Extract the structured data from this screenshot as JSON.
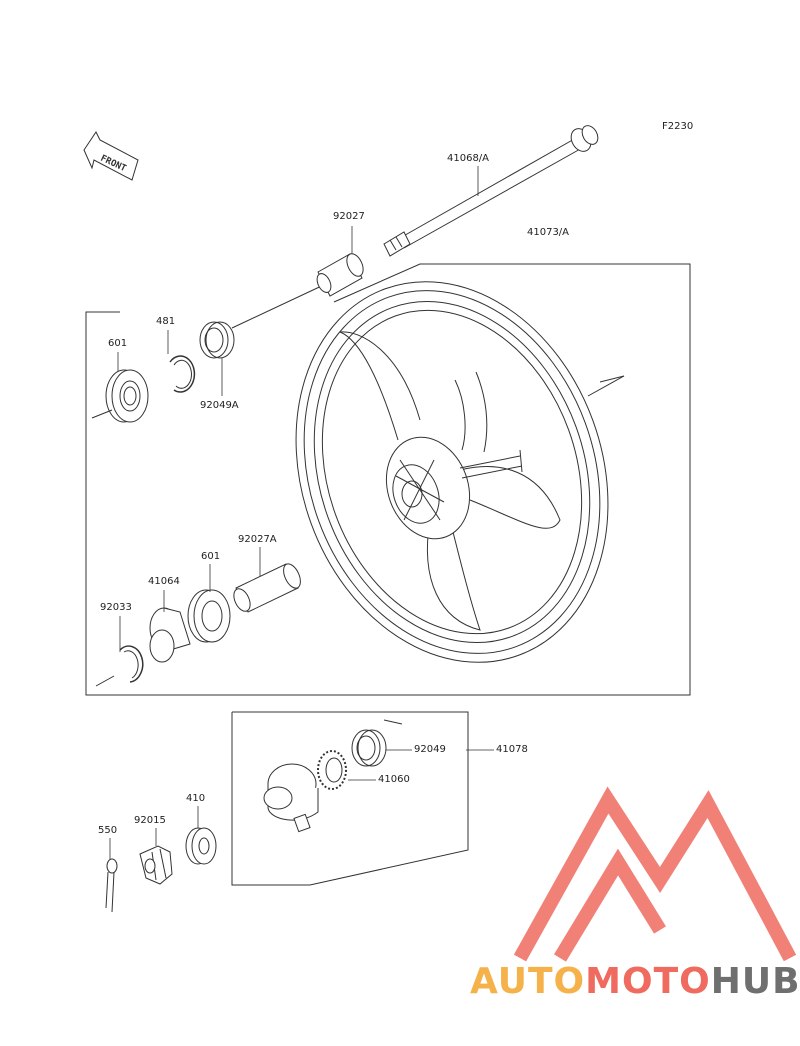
{
  "diagram": {
    "code": "F2230",
    "front_label": "FRONT",
    "parts": {
      "axle": "41068/A",
      "wheel": "41073/A",
      "collar_left": "92027",
      "circlip": "481",
      "bearing_left": "601",
      "seal_left": "92049A",
      "collar_long": "92027A",
      "bearing_right": "601",
      "hub_cover": "41064",
      "snap_ring": "92033",
      "seal_gear": "92049",
      "speedo_assy": "41078",
      "speedo_gear": "41060",
      "washer": "410",
      "nut": "92015",
      "cotter_pin": "550"
    }
  },
  "watermark": {
    "auto": "AUTO",
    "moto": "MOTO",
    "hub": "HUB",
    "colors": {
      "orange": "#f5b24a",
      "red": "#ef6b5f",
      "gray": "#6f6f6f"
    }
  }
}
